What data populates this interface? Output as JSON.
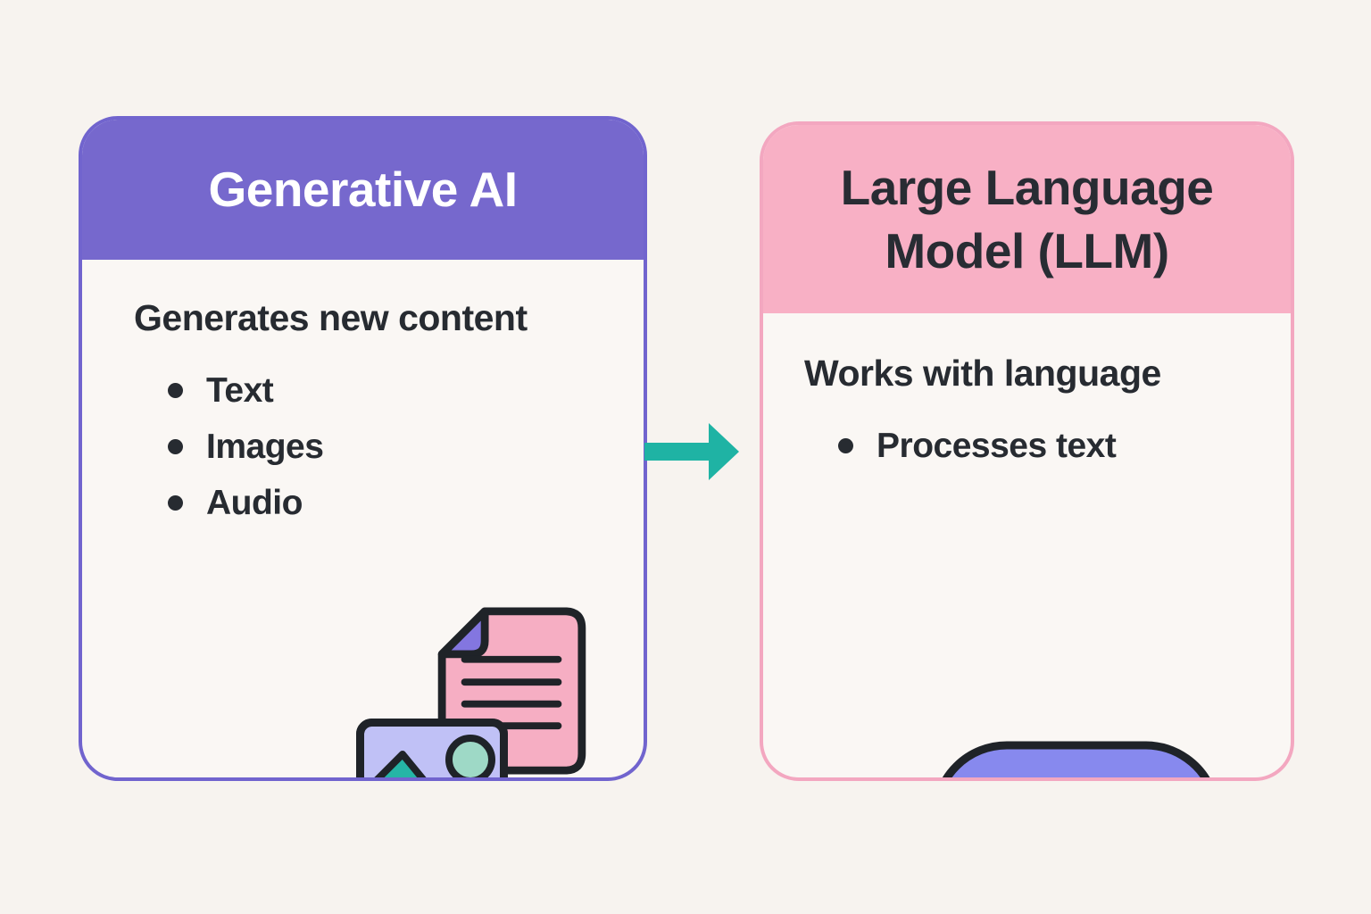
{
  "page": {
    "background": "#f7f3ef"
  },
  "diagram": {
    "left_card": {
      "title": "Generative AI",
      "heading": "Generates new content",
      "bullets": [
        "Text",
        "Images",
        "Audio"
      ],
      "colors": {
        "header_bg": "#7668cd",
        "title_text": "#ffffff",
        "border": "#7164ce",
        "body_bg": "#faf7f4",
        "body_text": "#272b31"
      },
      "icons": [
        {
          "name": "document-icon",
          "fill": "#f6aec3",
          "fold_fill": "#8376e0",
          "line_color": "#1f2328"
        },
        {
          "name": "image-icon",
          "fill": "#c0c1f6",
          "mountain_fill": "#25b5a6",
          "sun_fill": "#9ed9c6"
        }
      ]
    },
    "arrow": {
      "direction": "right",
      "color": "#1fb3a4"
    },
    "right_card": {
      "title": "Large Language Model (LLM)",
      "heading": "Works with language",
      "bullets": [
        "Processes text"
      ],
      "colors": {
        "header_bg": "#f8b0c5",
        "title_text": "#282c33",
        "border": "#f3a7c0",
        "body_bg": "#faf7f4",
        "body_text": "#272b31"
      },
      "icons": [
        {
          "name": "speech-bubble-icon",
          "fill": "#8789ee",
          "dot_fill": "#f8f5f1"
        }
      ]
    },
    "outline_color": "#1f2328"
  }
}
